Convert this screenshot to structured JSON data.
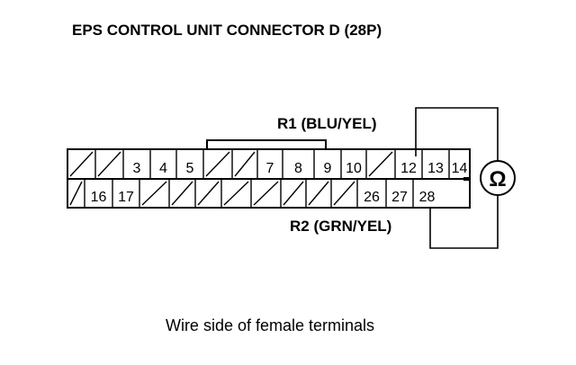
{
  "title": "EPS CONTROL UNIT CONNECTOR D (28P)",
  "caption": "Wire side of female terminals",
  "probe1_label": "R1 (BLU/YEL)",
  "probe2_label": "R2 (GRN/YEL)",
  "meter_symbol": "Ω",
  "connector": {
    "top_row": [
      "",
      "",
      "3",
      "4",
      "5",
      "",
      "",
      "7",
      "8",
      "9",
      "10",
      "",
      "12",
      "13",
      "14"
    ],
    "bottom_row": [
      "",
      "16",
      "17",
      "",
      "",
      "",
      "",
      "",
      "",
      "",
      "",
      "26",
      "27",
      "28"
    ]
  }
}
